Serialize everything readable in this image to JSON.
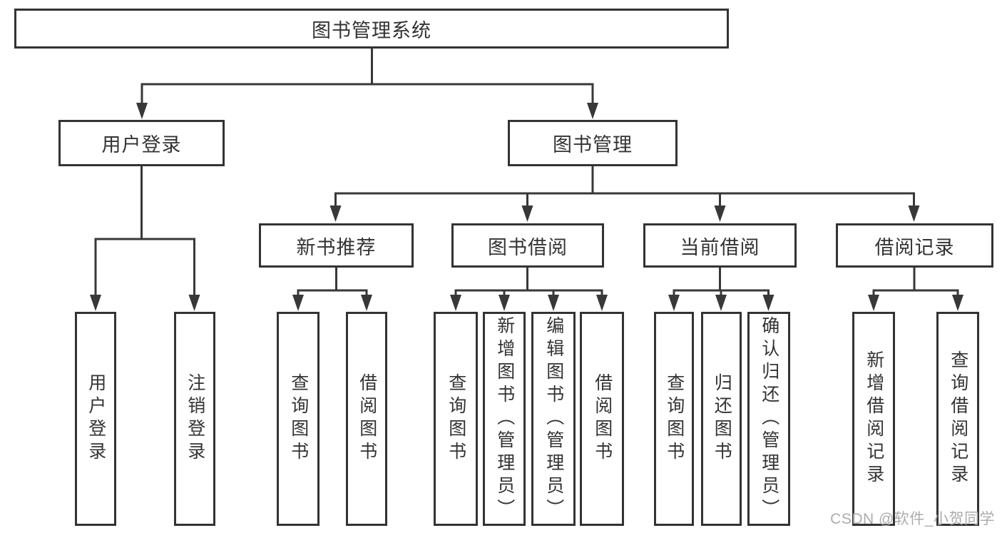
{
  "diagram": {
    "root": {
      "label": "图书管理系统",
      "children": [
        {
          "label": "用户登录",
          "children": [
            {
              "label": "用户登录"
            },
            {
              "label": "注销登录"
            }
          ]
        },
        {
          "label": "图书管理",
          "children": [
            {
              "label": "新书推荐",
              "children": [
                {
                  "label": "查询图书"
                },
                {
                  "label": "借阅图书"
                }
              ]
            },
            {
              "label": "图书借阅",
              "children": [
                {
                  "label": "查询图书"
                },
                {
                  "label": "新增图书（管理员）"
                },
                {
                  "label": "编辑图书（管理员）"
                },
                {
                  "label": "借阅图书"
                }
              ]
            },
            {
              "label": "当前借阅",
              "children": [
                {
                  "label": "查询图书"
                },
                {
                  "label": "归还图书"
                },
                {
                  "label": "确认归还（管理员）"
                }
              ]
            },
            {
              "label": "借阅记录",
              "children": [
                {
                  "label": "新增借阅记录"
                },
                {
                  "label": "查询借阅记录"
                }
              ]
            }
          ]
        }
      ]
    }
  },
  "watermark": {
    "text": "CSDN @软件_小贺同学"
  },
  "colors": {
    "line": "#383838",
    "border": "#333333",
    "text": "#333333",
    "background": "#ffffff",
    "watermark": "#a6a6a6"
  }
}
